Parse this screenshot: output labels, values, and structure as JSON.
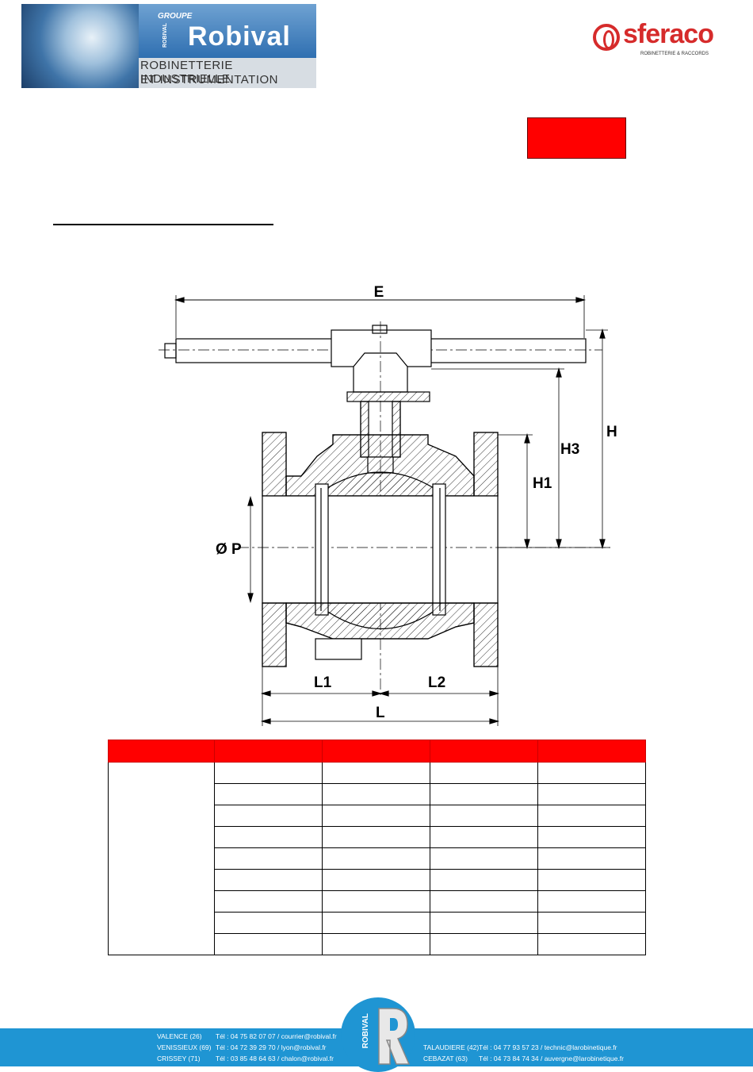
{
  "header": {
    "logo_groupe": "GROUPE",
    "logo_brand": "Robival",
    "logo_vertical": "ROBIVAL",
    "logo_line1": "ROBINETTERIE INDUSTRIELLE",
    "logo_line2": "ET INSTRUMENTATION",
    "sferaco_name": "sferaco",
    "sferaco_tagline": "ROBINETTERIE & RACCORDS"
  },
  "drawing_labels": {
    "E": "E",
    "H": "H",
    "H3": "H3",
    "H1": "H1",
    "P": "Ø P",
    "L1": "L1",
    "L2": "L2",
    "L": "L"
  },
  "table": {
    "rows": 9,
    "cols": 5
  },
  "footer": {
    "vertical_brand": "ROBIVAL",
    "left_rows": [
      {
        "city": "VALENCE (26)",
        "contact": "Tél : 04 75 82 07 07 / courrier@robival.fr"
      },
      {
        "city": "VENISSIEUX (69)",
        "contact": "Tél : 04 72 39 29 70 / lyon@robival.fr"
      },
      {
        "city": "CRISSEY (71)",
        "contact": "Tél : 03 85 48 64 63 / chalon@robival.fr"
      }
    ],
    "right_rows": [
      {
        "city": "TALAUDIERE (42)",
        "contact": "Tél : 04 77 93 57 23 / technic@larobinetique.fr"
      },
      {
        "city": "CEBAZAT (63)",
        "contact": "Tél : 04 73 84 74 34 / auvergne@larobinetique.fr"
      }
    ]
  },
  "colors": {
    "accent_red": "#ff0000",
    "footer_blue": "#1f95d3"
  }
}
